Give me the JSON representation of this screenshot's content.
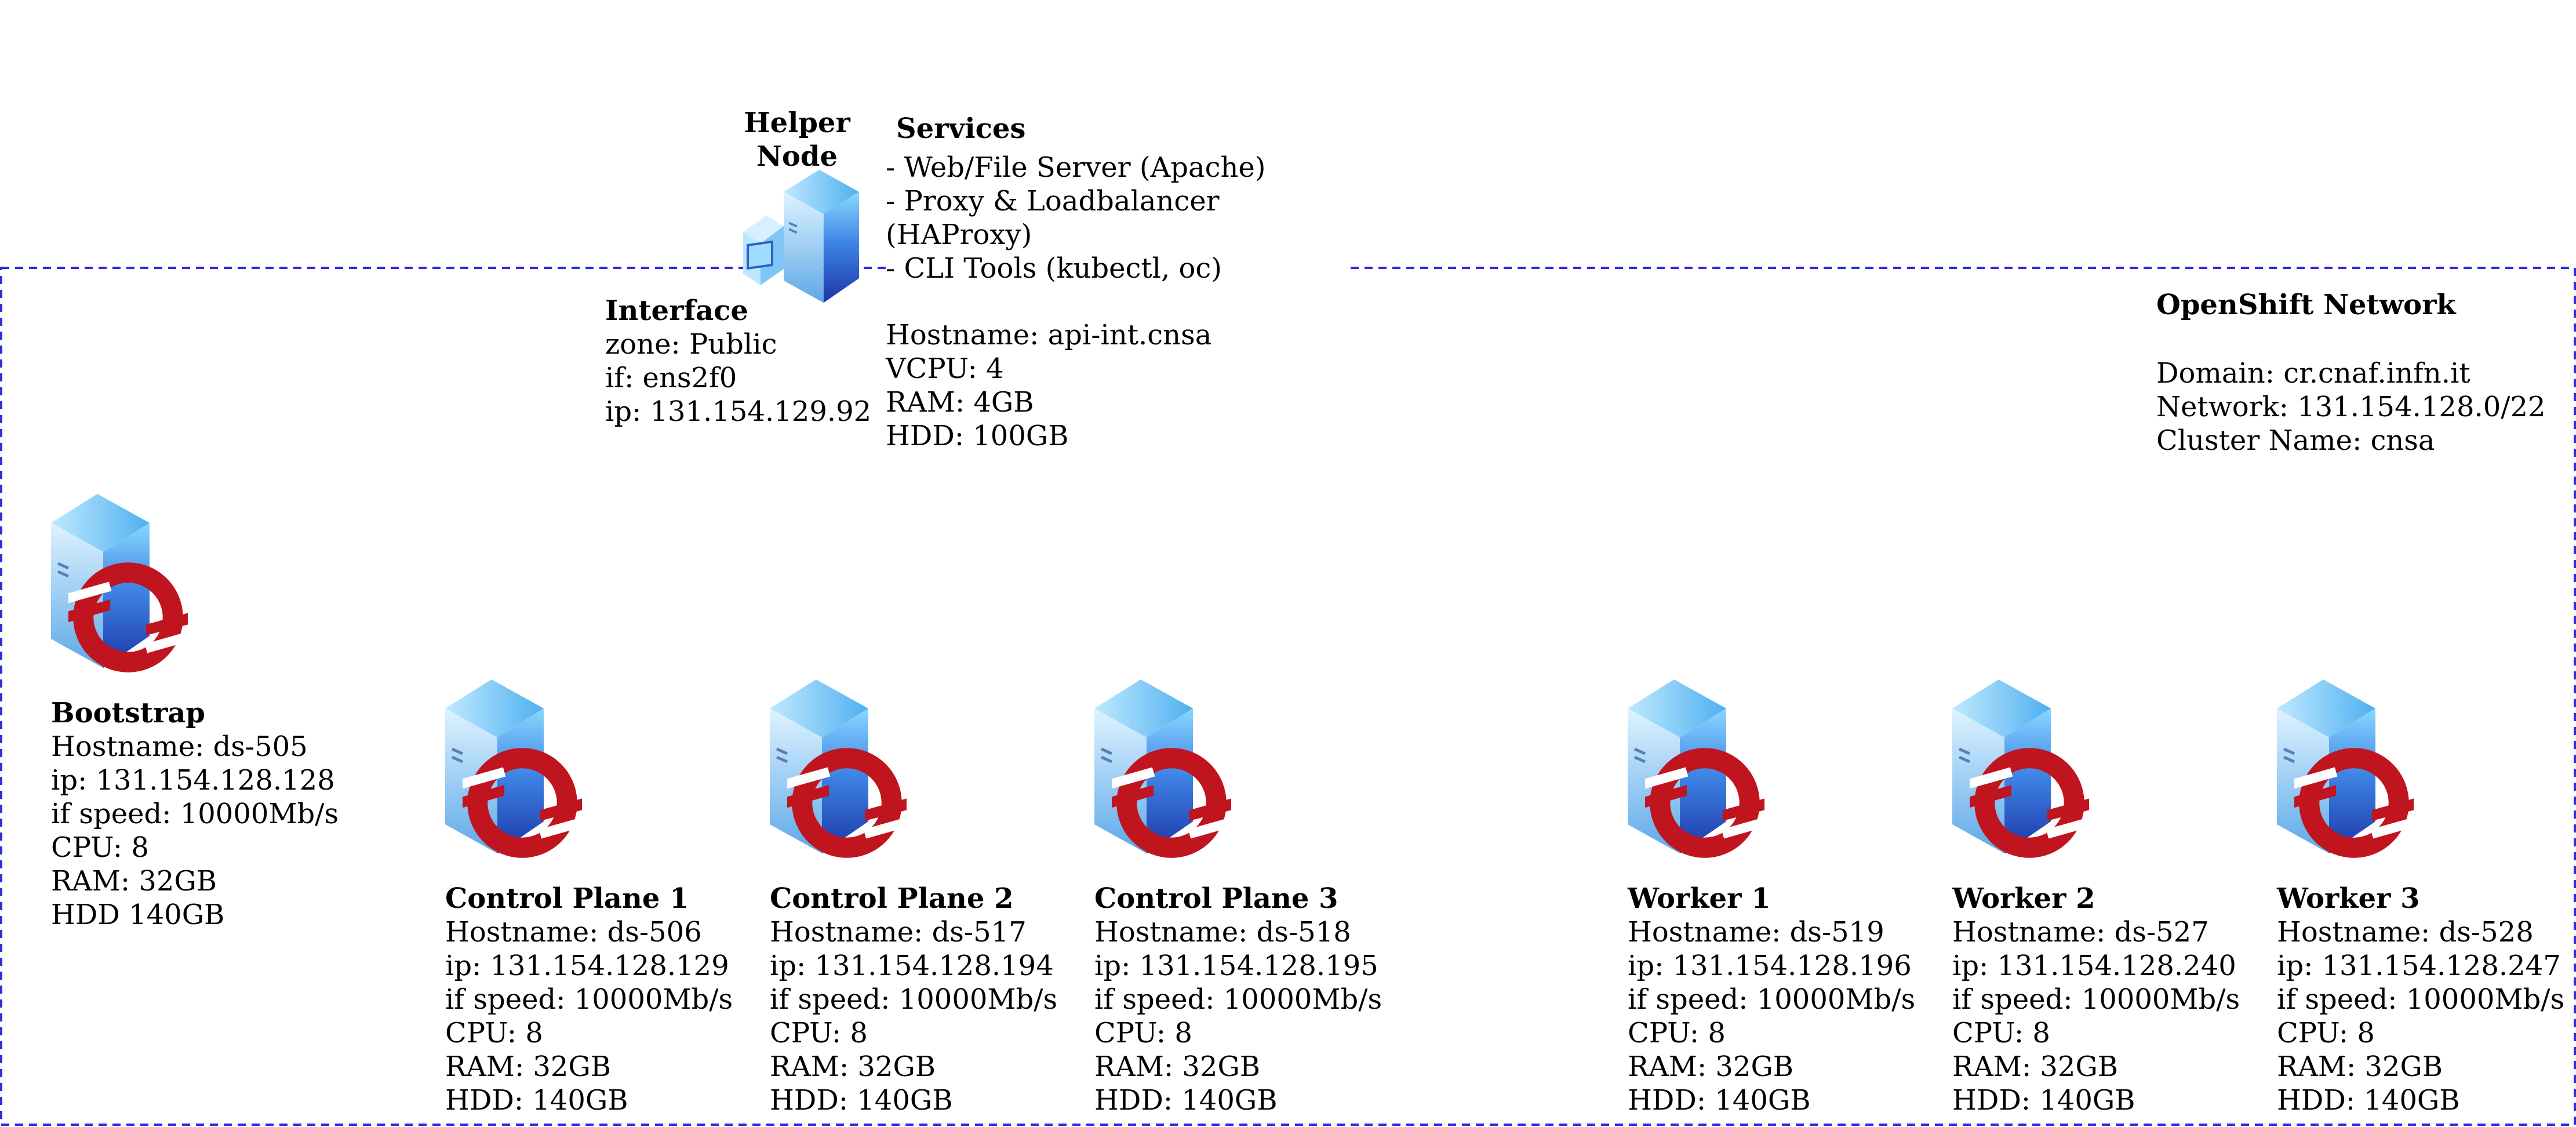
{
  "network": {
    "title": "OpenShift Network",
    "lines": [
      "Domain: cr.cnaf.infn.it",
      "Network: 131.154.128.0/22",
      "Cluster Name: cnsa"
    ]
  },
  "helper": {
    "title_lines": [
      "Helper",
      "Node"
    ],
    "services_title": "Services",
    "services_lines": [
      "- Web/File Server (Apache)",
      "- Proxy & Loadbalancer",
      "(HAProxy)",
      "- CLI Tools (kubectl, oc)"
    ],
    "spec_lines": [
      "Hostname: api-int.cnsa",
      "VCPU: 4",
      "RAM: 4GB",
      "HDD: 100GB"
    ],
    "interface_title": "Interface",
    "interface_lines": [
      "zone: Public",
      "if: ens2f0",
      "ip: 131.154.129.92"
    ]
  },
  "nodes": [
    {
      "title": "Bootstrap",
      "lines": [
        "Hostname: ds-505",
        "ip: 131.154.128.128",
        "if speed: 10000Mb/s",
        "CPU: 8",
        "RAM: 32GB",
        "HDD 140GB"
      ]
    },
    {
      "title": "Control Plane 1",
      "lines": [
        "Hostname: ds-506",
        "ip: 131.154.128.129",
        "if speed: 10000Mb/s",
        "CPU: 8",
        "RAM: 32GB",
        "HDD: 140GB"
      ]
    },
    {
      "title": "Control Plane 2",
      "lines": [
        "Hostname: ds-517",
        "ip: 131.154.128.194",
        "if speed: 10000Mb/s",
        "CPU: 8",
        "RAM: 32GB",
        "HDD: 140GB"
      ]
    },
    {
      "title": "Control Plane 3",
      "lines": [
        "Hostname: ds-518",
        "ip: 131.154.128.195",
        "if speed: 10000Mb/s",
        "CPU: 8",
        "RAM: 32GB",
        "HDD: 140GB"
      ]
    },
    {
      "title": "Worker 1",
      "lines": [
        "Hostname: ds-519",
        "ip: 131.154.128.196",
        "if speed: 10000Mb/s",
        "CPU: 8",
        "RAM: 32GB",
        "HDD: 140GB"
      ]
    },
    {
      "title": "Worker 2",
      "lines": [
        "Hostname: ds-527",
        "ip: 131.154.128.240",
        "if speed: 10000Mb/s",
        "CPU: 8",
        "RAM: 32GB",
        "HDD: 140GB"
      ]
    },
    {
      "title": "Worker 3",
      "lines": [
        "Hostname: ds-528",
        "ip: 131.154.128.247",
        "if speed: 10000Mb/s",
        "CPU: 8",
        "RAM: 32GB",
        "HDD: 140GB"
      ]
    }
  ],
  "icons": {
    "server": "server-icon",
    "openshift": "openshift-logo-icon",
    "desktop": "desktop-icon"
  },
  "colors": {
    "network_border": "#2b2be8",
    "server_light": "#7fd3ff",
    "server_dark": "#1f3fb0",
    "openshift_red": "#c0141e"
  }
}
